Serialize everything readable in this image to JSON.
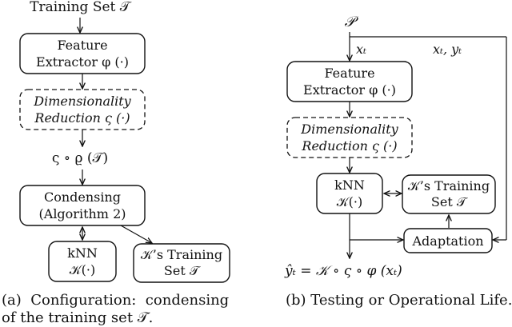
{
  "left_panel": {
    "input_label": "Training Set 𝒯",
    "feature_box": {
      "line1": "Feature",
      "line2": "Extractor φ (·)"
    },
    "dimred_box": {
      "line1": "Dimensionality",
      "line2": "Reduction ς (·)"
    },
    "mid_label": "ς ∘ ϱ (𝒯)",
    "condensing_box": {
      "line1": "Condensing",
      "line2": "(Algorithm 2)"
    },
    "knn_box": {
      "line1": "kNN",
      "line2": "𝒦(·)"
    },
    "train_box": {
      "line1": "𝒦’s Training",
      "line2": "Set 𝒯"
    },
    "caption": {
      "line1": "(a)  Configuration:  condensing",
      "line2": "of the training set 𝒯."
    }
  },
  "right_panel": {
    "input_label": "𝒫",
    "xt_label": "xₜ",
    "xtyt_label": "xₜ, yₜ",
    "feature_box": {
      "line1": "Feature",
      "line2": "Extractor φ (·)"
    },
    "dimred_box": {
      "line1": "Dimensionality",
      "line2": "Reduction ς (·)"
    },
    "knn_box": {
      "line1": "kNN",
      "line2": "𝒦(·)"
    },
    "train_box": {
      "line1": "𝒦’s Training",
      "line2": "Set 𝒯"
    },
    "adaptation_box": {
      "label": "Adaptation"
    },
    "output_label": "ŷₜ = 𝒦 ∘ ς ∘ φ (xₜ)",
    "caption": "(b) Testing or Operational Life."
  }
}
